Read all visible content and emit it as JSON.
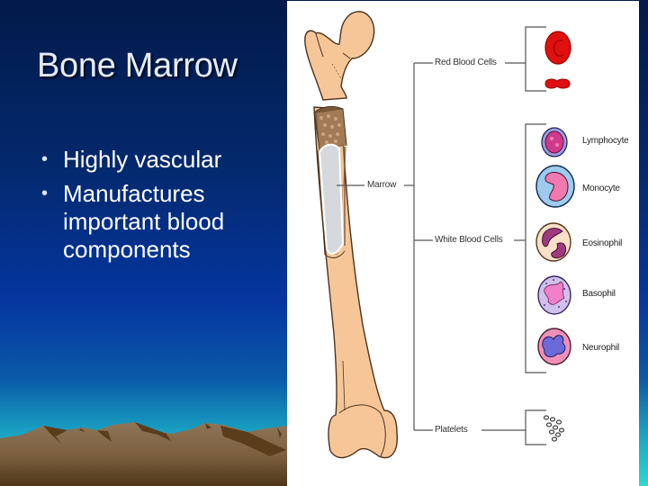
{
  "slide": {
    "title": "Bone Marrow",
    "bullets": [
      {
        "text": "Highly vascular"
      },
      {
        "text": "Manufactures important blood components"
      }
    ]
  },
  "diagram": {
    "bone_label": "Marrow",
    "branches": [
      {
        "label": "Red Blood Cells",
        "items": [
          "red-blood-cell-front",
          "red-blood-cell-side"
        ]
      },
      {
        "label": "White Blood Cells",
        "items": [
          "Lymphocyte",
          "Monocyte",
          "Eosinophil",
          "Basophil",
          "Neurophil"
        ]
      },
      {
        "label": "Platelets",
        "items": [
          "platelets-cluster"
        ]
      }
    ],
    "white_cells": [
      {
        "name": "Lymphocyte"
      },
      {
        "name": "Monocyte"
      },
      {
        "name": "Eosinophil"
      },
      {
        "name": "Basophil"
      },
      {
        "name": "Neurophil"
      }
    ],
    "colors": {
      "bone": "#f7c698",
      "marrow": "#d5d8dc",
      "rbc": "#e01010",
      "background_top": "#021a4a",
      "background_bottom": "#2ad8d0"
    }
  }
}
